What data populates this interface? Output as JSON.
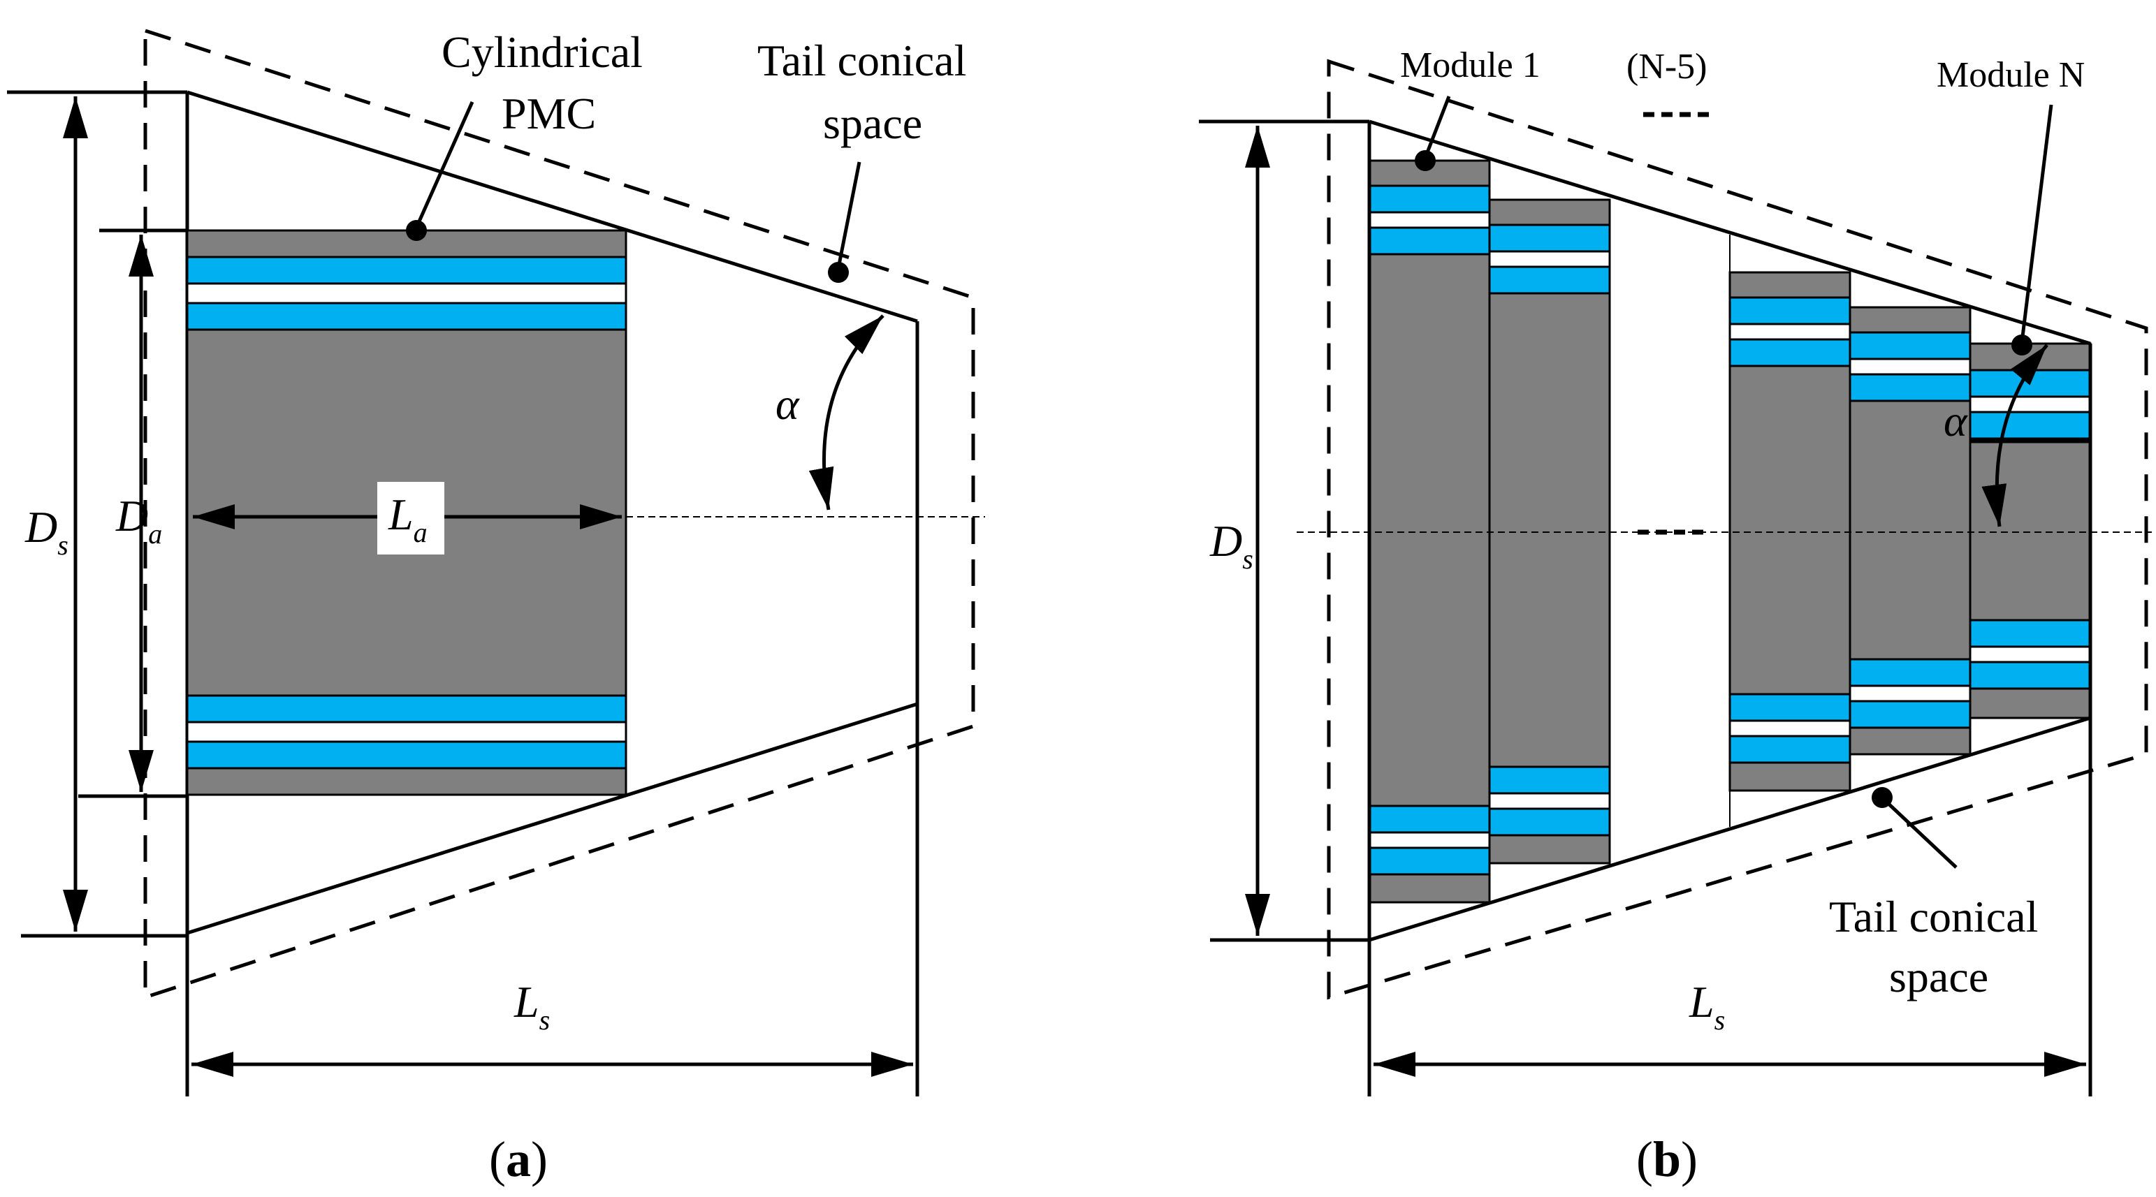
{
  "colors": {
    "core": "#808080",
    "magnet": "#00b0f0",
    "line": "#000000",
    "background": "#ffffff"
  },
  "panel_a": {
    "label_cylindrical": "Cylindrical",
    "label_pmc": "PMC",
    "label_tail_1": "Tail conical",
    "label_tail_2": "space",
    "symbol_alpha": "α",
    "symbol_D": "D",
    "sub_s": "s",
    "symbol_Da": "D",
    "sub_a": "a",
    "symbol_La": "L",
    "sub_La": "a",
    "symbol_Ls": "L",
    "sub_Ls": "s",
    "caption_open": "(",
    "caption_letter": "a",
    "caption_close": ")"
  },
  "panel_b": {
    "label_module_1": "Module 1",
    "label_n5": "(N-5)",
    "label_module_n": "Module N",
    "label_tail_1": "Tail conical",
    "label_tail_2": "space",
    "symbol_alpha": "α",
    "symbol_D": "D",
    "sub_s": "s",
    "symbol_Ls": "L",
    "sub_Ls": "s",
    "caption_open": "(",
    "caption_letter": "b",
    "caption_close": ")"
  }
}
